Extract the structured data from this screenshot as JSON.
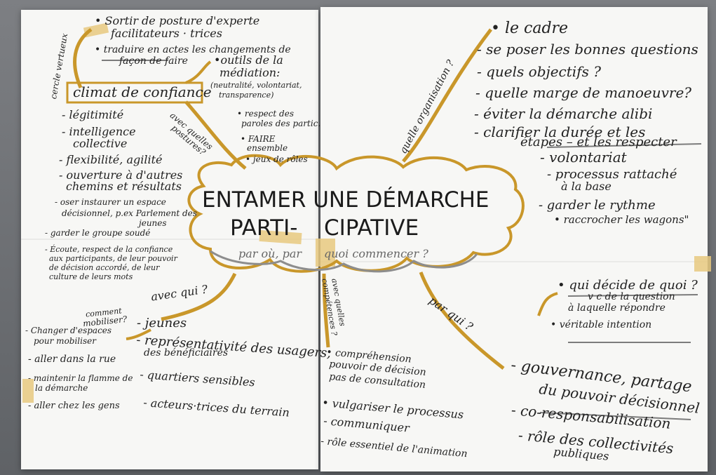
{
  "center": {
    "title_line1": "ENTAMER UNE DÉMARCHE",
    "title_line2_a": "PARTI-",
    "title_line2_b": "CIPATIVE",
    "subtitle_a": "par où, par",
    "subtitle_b": "quoi commencer ?"
  },
  "top_left": {
    "side_label": "cercle vertueux",
    "expert_1": "• Sortir de posture d'experte",
    "expert_2": "facilitateurs · trices",
    "traduire_1": "• traduire en actes les changements de",
    "traduire_2": "façon de faire",
    "outils_1": "•outils de la",
    "outils_2": "médiation:",
    "outils_3": "(neutralité, volontariat,",
    "outils_4": "transparence)",
    "climat": "climat de confiance",
    "items": [
      "- légitimité",
      "- intelligence",
      "collective",
      "- flexibilité, agilité",
      "- ouverture à d'autres",
      "chemins et résultats",
      "- oser instaurer un espace",
      "décisionnel, p.ex Parlement des",
      "jeunes",
      "- garder le groupe soudé",
      "- Écoute, respect de la confiance",
      "aux participants, de leur pouvoir",
      "de décision accordé, de leur",
      "culture de leurs mots"
    ],
    "avec_quelles_1": "avec quelles",
    "avec_quelles_2": "postures?",
    "respect_1": "• respect des",
    "respect_2": "paroles des partic.",
    "faire_1": "• FAIRE",
    "faire_2": "ensemble",
    "jeux": "• jeux de rôles"
  },
  "top_right": {
    "arrow_label": "quelle organisation ?",
    "items": [
      "• le cadre",
      "- se poser les bonnes questions",
      "- quels objectifs ?",
      "- quelle marge de manoeuvre?",
      "- éviter la démarche alibi",
      "- clarifier la durée et les",
      "étapes – et les respecter"
    ],
    "sub_items": [
      "- volontariat",
      "- processus rattaché",
      "à la base",
      "- garder le rythme",
      "• raccrocher les wagons\""
    ]
  },
  "bottom_left": {
    "avec_qui": "avec qui ?",
    "comment_1": "comment",
    "comment_2": "mobiliser?",
    "actions": [
      "- Changer d'espaces",
      "pour mobiliser",
      "- aller dans la rue",
      "- maintenir la flamme de",
      "la démarche",
      "- aller chez les gens"
    ],
    "public": [
      "- jeunes",
      "- représentativité des usagers,",
      "des bénéficiaires",
      "- quartiers sensibles",
      "- acteurs·trices du terrain"
    ]
  },
  "bottom_right": {
    "competences_1": "avec quelles",
    "competences_2": "compétences ?",
    "competences_items": [
      "• compréhension",
      "pouvoir de décision",
      "pas de consultation",
      "• vulgariser le processus",
      "- communiquer",
      "- rôle essentiel de l'animation"
    ],
    "par_qui": "par qui ?",
    "qui_decide": [
      "• qui décide de quoi ?",
      "v c de la question",
      "à laquelle répondre",
      "• véritable intention"
    ],
    "gouvernance": [
      "- gouvernance, partage",
      "du pouvoir décisionnel",
      "- co-responsabilisation",
      "- rôle des collectivités",
      "publiques"
    ]
  },
  "colors": {
    "ink": "#222222",
    "highlighter": "#c9972a",
    "paper": "#f7f7f5",
    "wall": "#6b6e73"
  }
}
